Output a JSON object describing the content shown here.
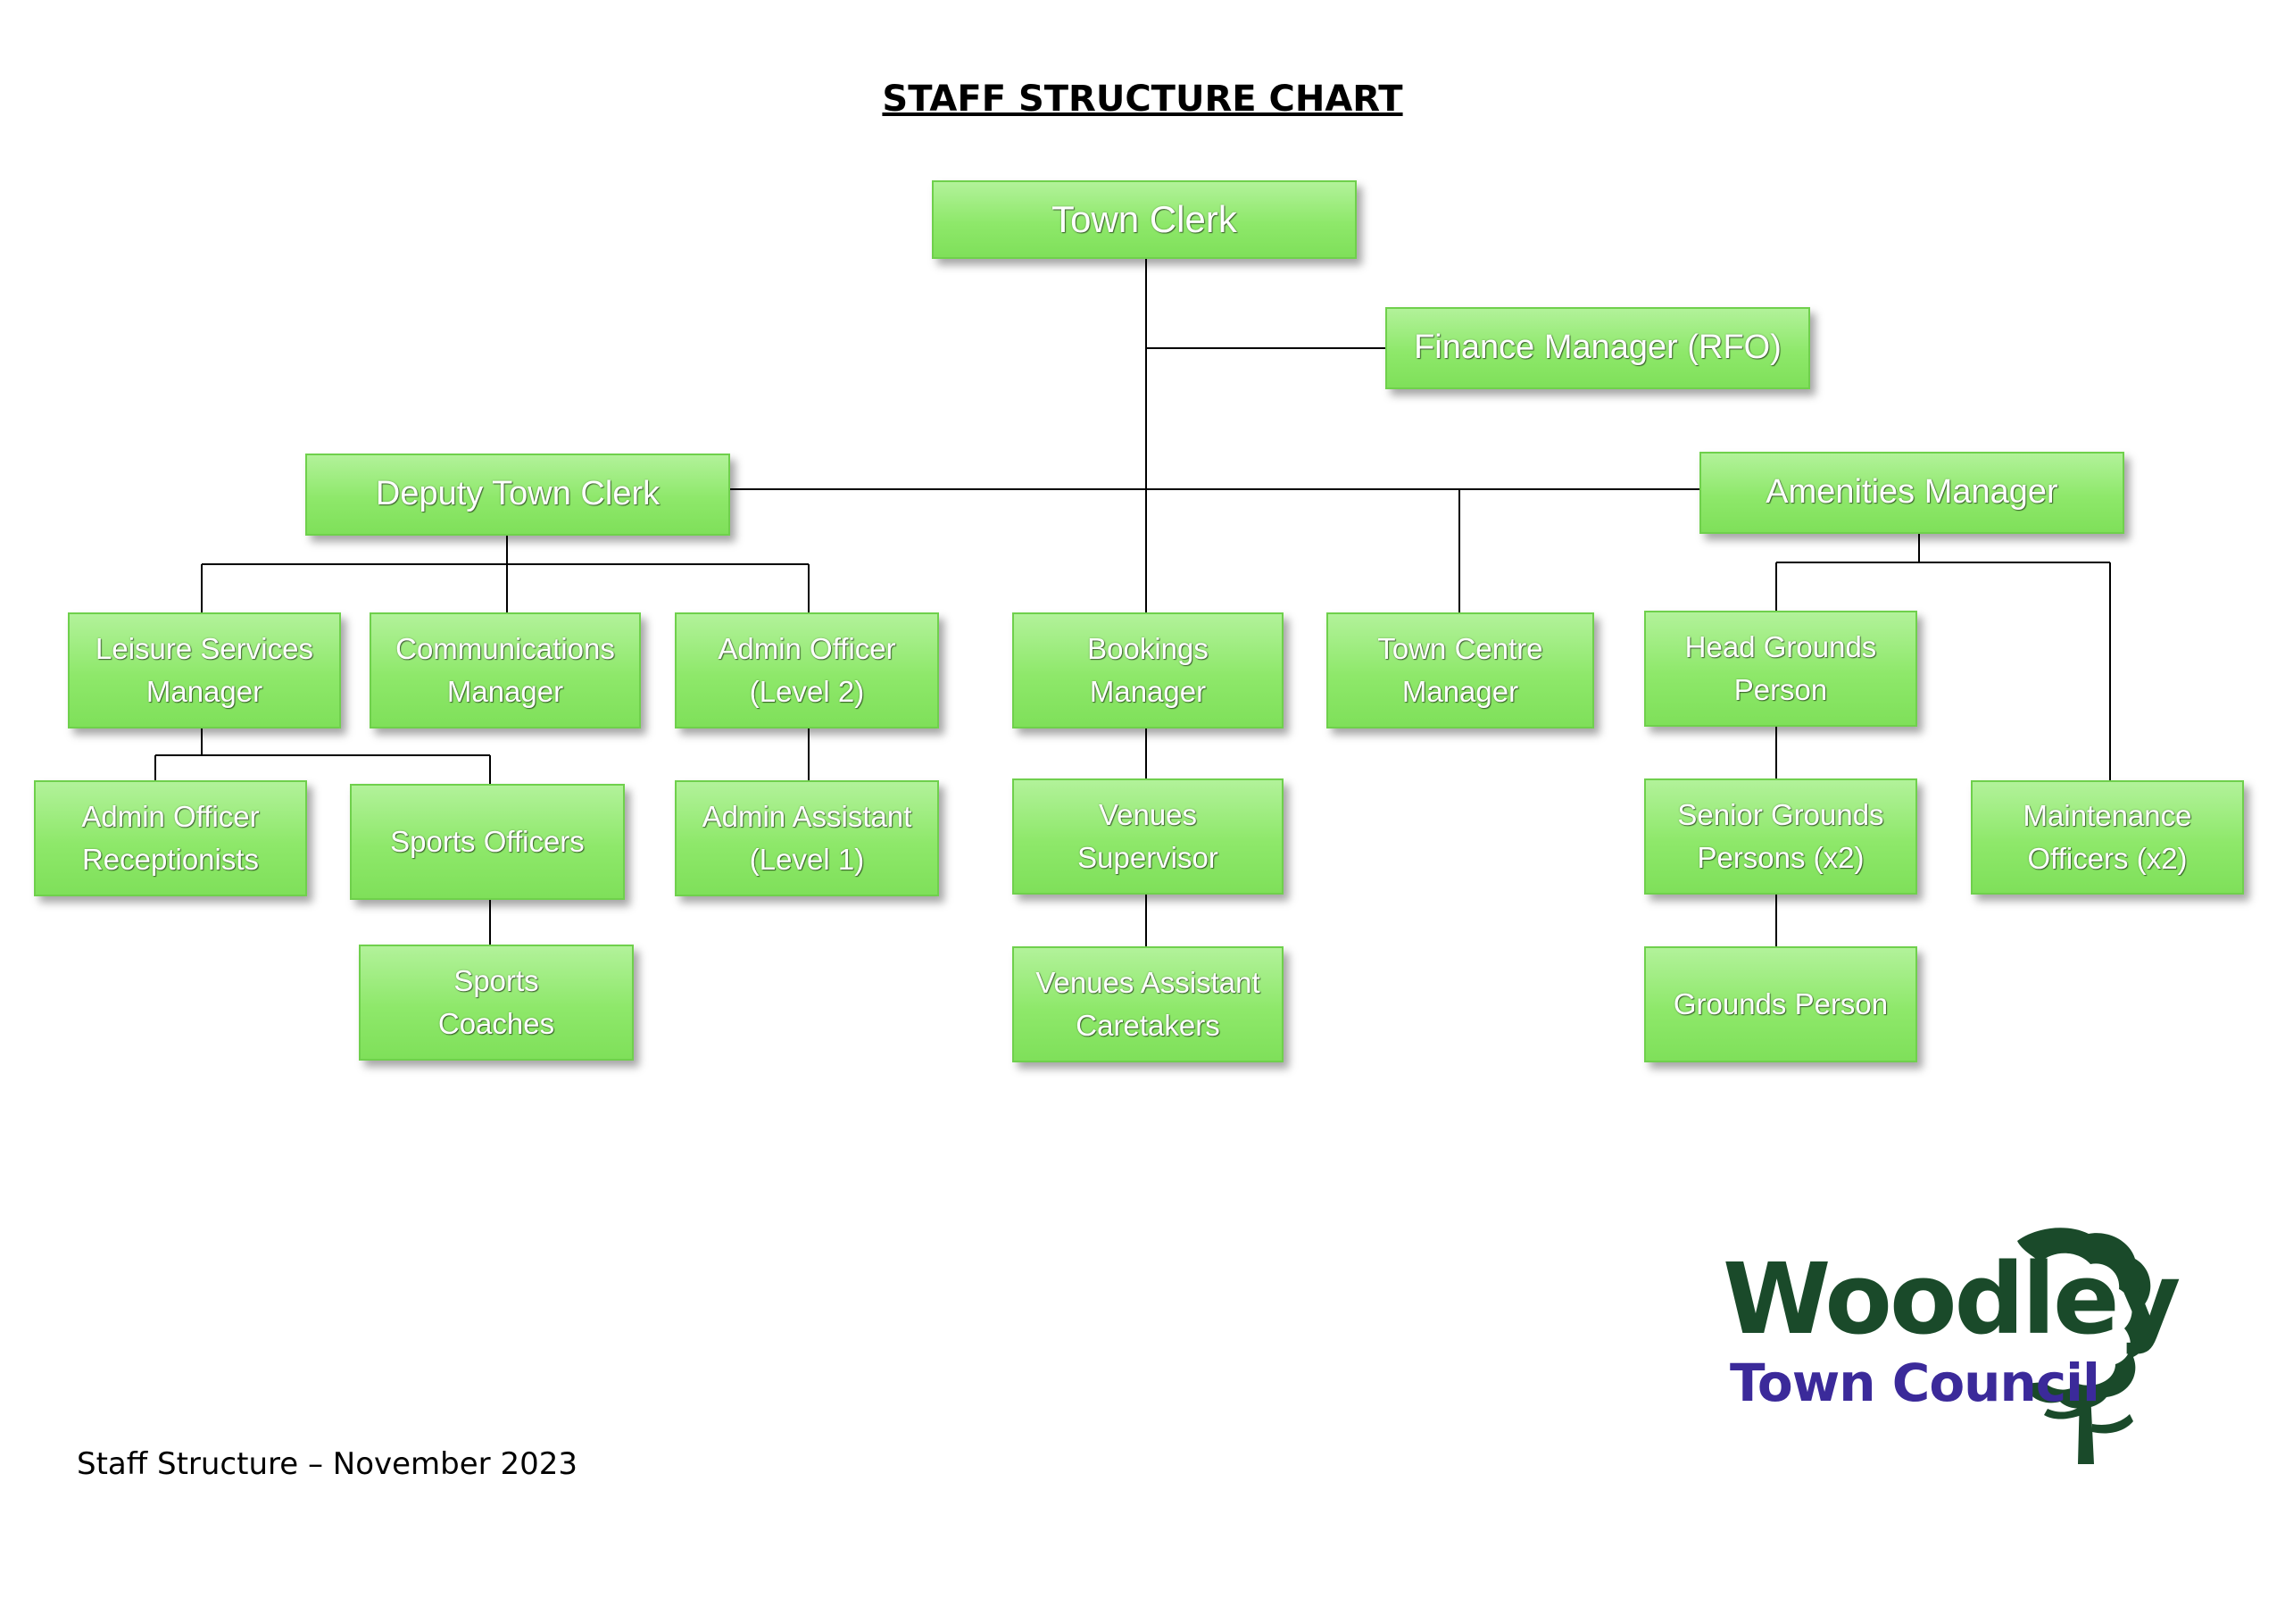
{
  "title": "STAFF STRUCTURE CHART",
  "nodes": {
    "town_clerk": "Town Clerk",
    "finance_manager": "Finance Manager (RFO)",
    "deputy_town_clerk": "Deputy Town Clerk",
    "amenities_manager": "Amenities Manager",
    "leisure_services_manager": "Leisure Services\nManager",
    "communications_manager": "Communications\nManager",
    "admin_officer_l2": "Admin Officer\n(Level 2)",
    "bookings_manager": "Bookings\nManager",
    "town_centre_manager": "Town Centre\nManager",
    "head_grounds_person": "Head Grounds\nPerson",
    "admin_officer_receptionists": "Admin Officer\nReceptionists",
    "sports_officers": "Sports Officers",
    "admin_assistant_l1": "Admin Assistant\n(Level 1)",
    "venues_supervisor": "Venues\nSupervisor",
    "senior_grounds_persons": "Senior Grounds\nPersons (x2)",
    "maintenance_officers": "Maintenance\nOfficers (x2)",
    "sports_coaches": "Sports\nCoaches",
    "venues_assistant_caretakers": "Venues Assistant\nCaretakers",
    "grounds_person": "Grounds Person"
  },
  "footer": "Staff Structure – November 2023",
  "logo": {
    "word": "Woodley",
    "sub": "Town Council",
    "tree_icon": "tree-icon",
    "word_color": "#1a4a2a",
    "sub_color": "#3b2a9a"
  },
  "colors": {
    "box_fill": "#8ee86a",
    "box_border": "#6fd04c",
    "line": "#000000"
  }
}
